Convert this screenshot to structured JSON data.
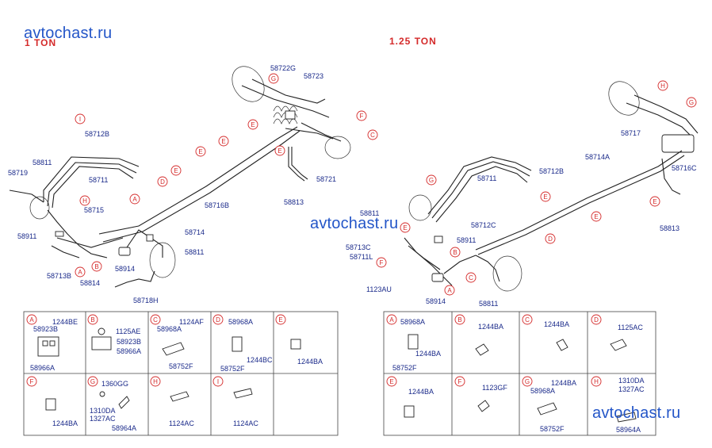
{
  "watermarks": [
    "avtochast.ru",
    "avtochast.ru",
    "avtochast.ru"
  ],
  "headers": {
    "left": "1  TON",
    "right": "1.25  TON"
  },
  "left_diagram": {
    "part_labels": [
      "58722G",
      "58723",
      "58712B",
      "58711",
      "58719",
      "58811",
      "58715",
      "58911",
      "58713B",
      "58814",
      "58718H",
      "58914",
      "58714",
      "58811",
      "58716B",
      "58813",
      "58721"
    ],
    "callouts": [
      "G",
      "F",
      "C",
      "E",
      "E",
      "E",
      "E",
      "E",
      "D",
      "I",
      "H",
      "A",
      "B",
      "A"
    ]
  },
  "right_diagram": {
    "part_labels": [
      "58714A",
      "58717",
      "58716C",
      "58813",
      "58712B",
      "58711",
      "58811",
      "58911",
      "58712C",
      "58713C",
      "58711L",
      "1123AU",
      "58914",
      "58811"
    ],
    "callouts": [
      "H",
      "G",
      "E",
      "E",
      "G",
      "E",
      "D",
      "B",
      "C",
      "F",
      "A",
      "E"
    ]
  },
  "left_table": {
    "cells": [
      {
        "letter": "A",
        "labels": [
          "1244BE",
          "58923B",
          "58966A"
        ]
      },
      {
        "letter": "B",
        "labels": [
          "1125AE",
          "58923B",
          "58966A"
        ]
      },
      {
        "letter": "C",
        "labels": [
          "1124AF",
          "58968A",
          "58752F"
        ]
      },
      {
        "letter": "D",
        "labels": [
          "58968A",
          "1244BC",
          "58752F"
        ]
      },
      {
        "letter": "E",
        "labels": [
          "1244BA"
        ]
      },
      {
        "letter": "F",
        "labels": [
          "1244BA"
        ]
      },
      {
        "letter": "G",
        "labels": [
          "1360GG",
          "1310DA",
          "1327AC",
          "58964A"
        ]
      },
      {
        "letter": "H",
        "labels": [
          "1124AC"
        ]
      },
      {
        "letter": "I",
        "labels": [
          "1124AC"
        ]
      }
    ]
  },
  "right_table": {
    "cells": [
      {
        "letter": "A",
        "labels": [
          "58968A",
          "1244BA",
          "58752F"
        ]
      },
      {
        "letter": "B",
        "labels": [
          "1244BA"
        ]
      },
      {
        "letter": "C",
        "labels": [
          "1244BA"
        ]
      },
      {
        "letter": "D",
        "labels": [
          "1125AC"
        ]
      },
      {
        "letter": "E",
        "labels": [
          "1244BA"
        ]
      },
      {
        "letter": "F",
        "labels": [
          "1123GF"
        ]
      },
      {
        "letter": "G",
        "labels": [
          "1244BA",
          "58968A",
          "58752F"
        ]
      },
      {
        "letter": "H",
        "labels": [
          "1310DA",
          "1327AC",
          "58964A"
        ]
      }
    ]
  }
}
